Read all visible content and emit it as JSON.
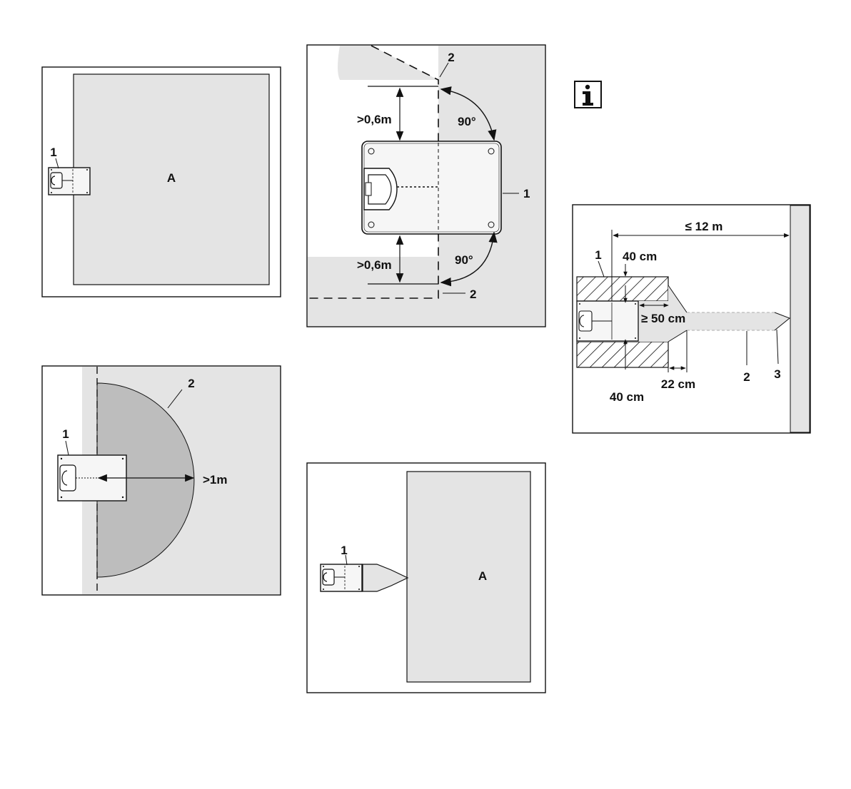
{
  "colors": {
    "zone": "#e4e4e4",
    "zone_dark": "#bdbdbd",
    "line": "#111111",
    "paper": "#ffffff"
  },
  "fig1": {
    "station": "1",
    "area": "A"
  },
  "fig2": {
    "wire": "2",
    "wire_bottom": "2",
    "station": "1",
    "clearance_top": ">0,6m",
    "clearance_bottom": ">0,6m",
    "angle_top": "90°",
    "angle_bottom": "90°"
  },
  "fig3": {
    "zone": "2",
    "station": "1",
    "clearance": ">1m"
  },
  "fig4": {
    "station": "1",
    "area": "A"
  },
  "fig5": {
    "info_icon": "info-icon",
    "max_distance": "≤ 12 m",
    "station": "1",
    "top_margin": "40 cm",
    "min_length": "≥ 50 cm",
    "bottom_margin": "40 cm",
    "corridor_width": "22 cm",
    "wire": "2",
    "point": "3"
  }
}
